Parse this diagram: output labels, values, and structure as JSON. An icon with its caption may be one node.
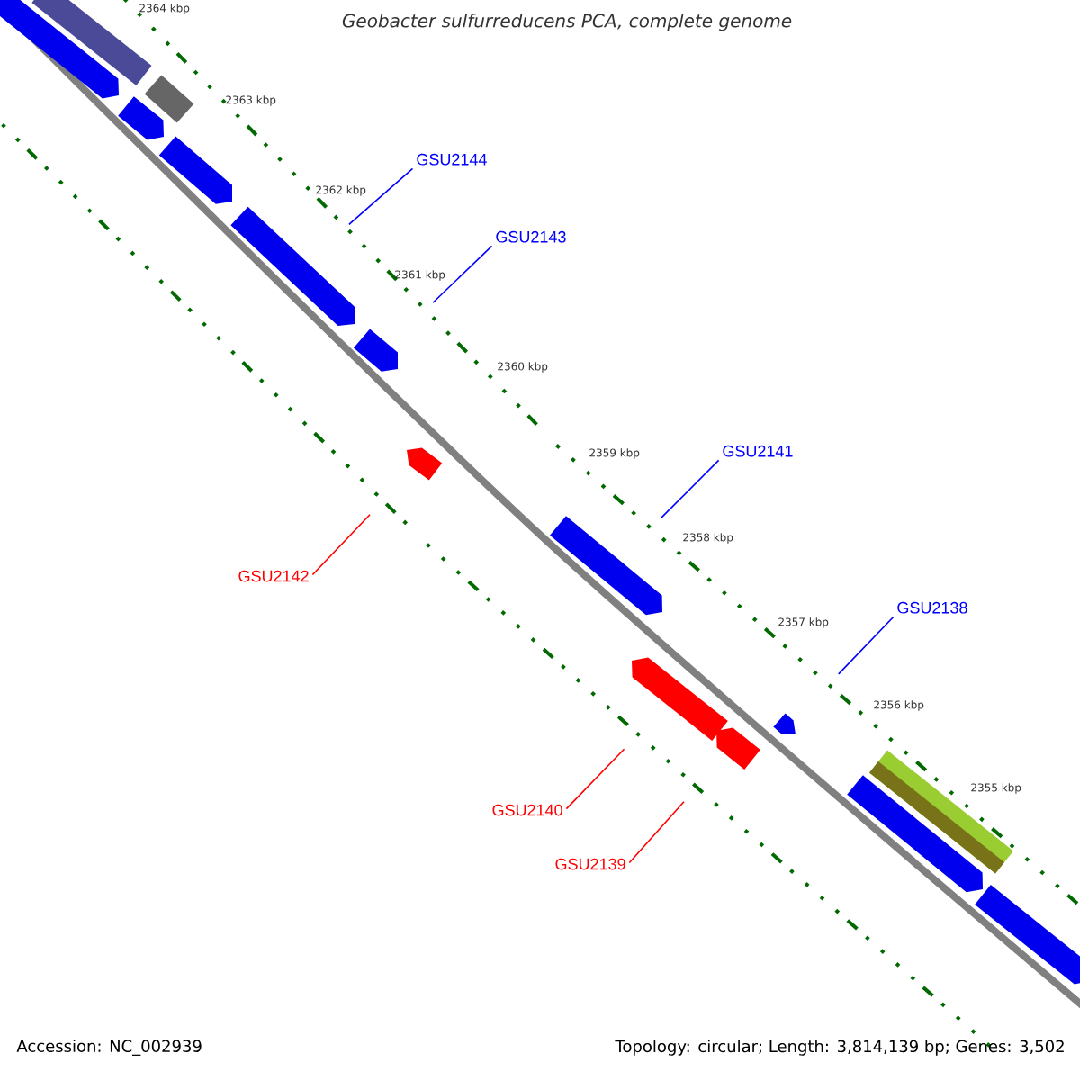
{
  "diagram": {
    "title": "Geobacter sulfurreducens PCA, complete genome",
    "nodes": [
      {
        "text": [],
        "shape": "bar"
      },
      {
        "text": [],
        "shape": "bar"
      },
      {
        "text": [],
        "shape": "pentagon"
      },
      {
        "text": [],
        "shape": "pentagon"
      },
      {
        "text": [],
        "shape": "pentagon"
      },
      {
        "text": [],
        "shape": "pentagon"
      },
      {
        "text": [],
        "shape": "pentagon"
      },
      {
        "text": [],
        "shape": "pentagon"
      },
      {
        "text": [],
        "shape": "pentagon"
      },
      {
        "text": [],
        "shape": "pentagon"
      },
      {
        "text": [],
        "shape": "pentagon"
      },
      {
        "text": [],
        "shape": "pentagon"
      },
      {
        "text": [],
        "shape": "bar"
      },
      {
        "text": [],
        "shape": "pentagon"
      },
      {
        "text": [],
        "shape": "pentagon"
      },
      {
        "text": [
          "GSU2144"
        ]
      },
      {
        "text": [
          "GSU2143"
        ]
      },
      {
        "text": [
          "GSU2141"
        ]
      },
      {
        "text": [
          "GSU2138"
        ]
      },
      {
        "text": [
          "GSU2142"
        ]
      },
      {
        "text": [
          "GSU2140"
        ]
      },
      {
        "text": [
          "GSU2139"
        ]
      }
    ],
    "edges": [
      {
        "from": 15,
        "to": 5,
        "arrow": "none"
      },
      {
        "from": 16,
        "to": 6,
        "arrow": "none"
      },
      {
        "from": 17,
        "to": 8,
        "arrow": "none"
      },
      {
        "from": 18,
        "to": 11,
        "arrow": "none"
      },
      {
        "from": 19,
        "to": 7,
        "arrow": "none",
        "color": "#ff0000"
      },
      {
        "from": 20,
        "to": 9,
        "arrow": "none",
        "color": "#ff0000"
      },
      {
        "from": 21,
        "to": 10,
        "arrow": "none",
        "color": "#ff0000"
      }
    ],
    "labels": [
      "2364 kbp",
      "2363 kbp",
      "2362 kbp",
      "2361 kbp",
      "2360 kbp",
      "2359 kbp",
      "2358 kbp",
      "2357 kbp",
      "2356 kbp",
      "2355 kbp",
      "Accession: NC_002939",
      "Topology: circular; Length: 3,814,139 bp; Genes: 3,502"
    ]
  }
}
